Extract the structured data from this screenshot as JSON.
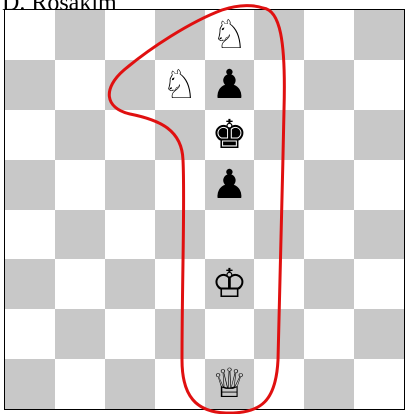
{
  "caption": "D. Rosakim",
  "board": {
    "light_color": "#ffffff",
    "dark_color": "#c8c8c8",
    "pieces": [
      {
        "square": "e8",
        "piece": "white-knight",
        "glyph": "♘"
      },
      {
        "square": "d7",
        "piece": "white-knight",
        "glyph": "♘"
      },
      {
        "square": "e7",
        "piece": "black-pawn",
        "glyph": "♟"
      },
      {
        "square": "e6",
        "piece": "black-king",
        "glyph": "♚"
      },
      {
        "square": "e5",
        "piece": "black-pawn",
        "glyph": "♟"
      },
      {
        "square": "e3",
        "piece": "white-king",
        "glyph": "♔"
      },
      {
        "square": "e1",
        "piece": "white-queen",
        "glyph": "♕"
      }
    ]
  },
  "annotation": {
    "shape": "digit-one outline",
    "color": "#e01010"
  }
}
